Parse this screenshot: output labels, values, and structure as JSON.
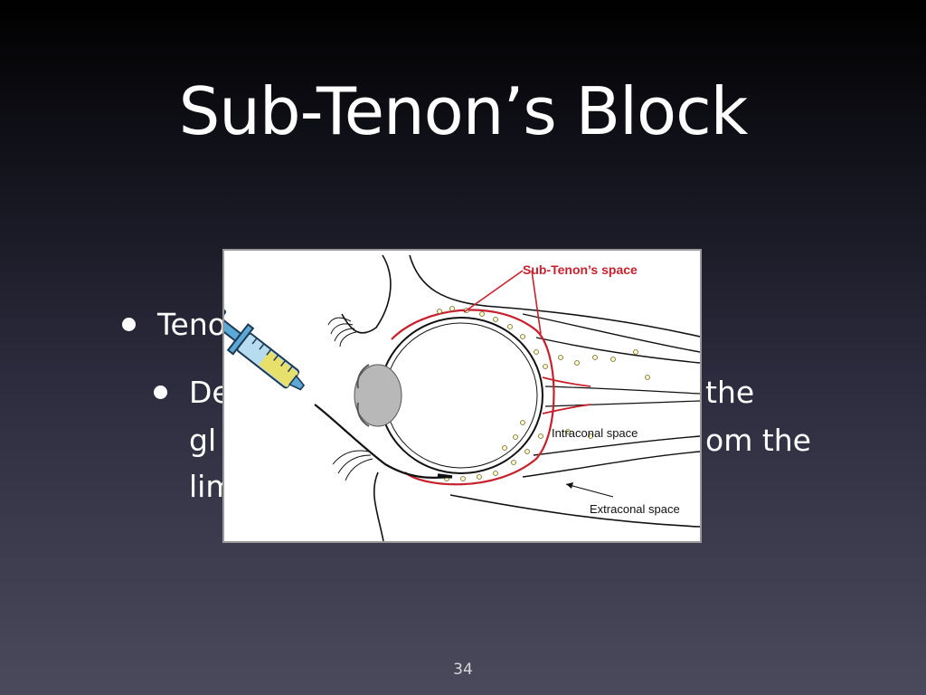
{
  "slide": {
    "title": "Sub-Tenon’s Block",
    "bullets": [
      {
        "level": 1,
        "text": "Teno"
      },
      {
        "level": 2,
        "text": "De",
        "continuation_right": "the"
      },
      {
        "level": 2,
        "text": "gl",
        "continuation_right": "om the"
      },
      {
        "level": 2,
        "text": "lim"
      }
    ],
    "figure": {
      "labels": {
        "sub_tenon": "Sub-Tenon’s space",
        "intraconal": "Intraconal space",
        "extraconal": "Extraconal space"
      },
      "colors": {
        "accent": "#c8202c",
        "line": "#111111",
        "lens": "#b8b8b8"
      }
    },
    "page_number": "34"
  }
}
